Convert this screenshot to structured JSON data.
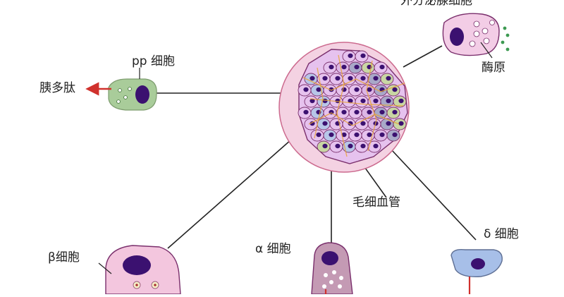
{
  "labels": {
    "exocrine": "外分泌腺细胞",
    "zymogen": "酶原",
    "pp_cell": "pp 细胞",
    "pancreatic_polypeptide": "胰多肽",
    "capillary": "毛细血管",
    "beta_cell": "β细胞",
    "alpha_cell": "α 细胞",
    "delta_cell": "δ 细胞"
  },
  "colors": {
    "islet_background": "#f4d2e2",
    "islet_border": "#cc6a8e",
    "cell_fill": "#e6c2ee",
    "cell_border": "#7a2f6c",
    "nucleus": "#3b1170",
    "capillary_orange": "#e8a43a",
    "pp_cell_fill": "#a9cc9a",
    "beta_cell_fill": "#f3c6de",
    "alpha_cell_fill": "#c49ab4",
    "delta_cell_fill": "#a7bfe8",
    "exocrine_cell_fill": "#f3cde6",
    "zymogen_green": "#3d9a52",
    "secretion_arrow": "#d0312d"
  }
}
